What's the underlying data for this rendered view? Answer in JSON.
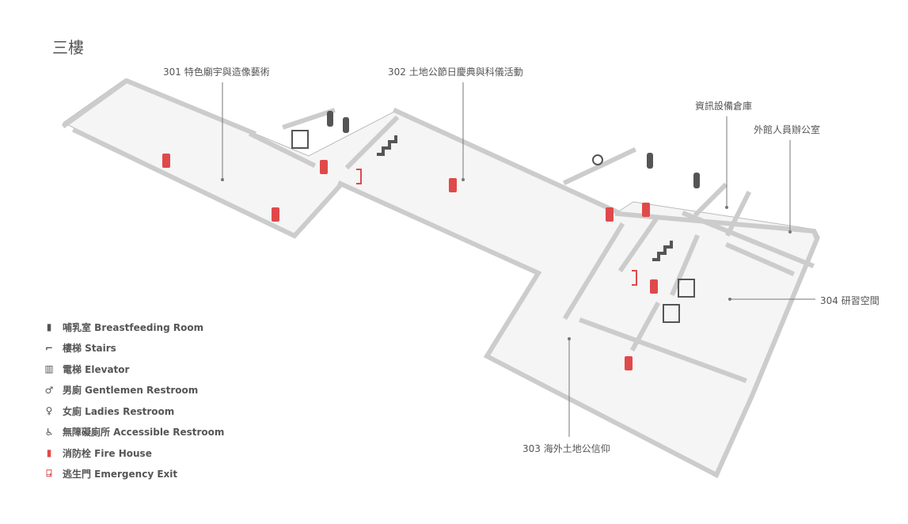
{
  "floor_title": "三樓",
  "rooms": [
    {
      "id": "301",
      "label": "301 特色廟宇與造像藝術"
    },
    {
      "id": "302",
      "label": "302 土地公節日慶典與科儀活動"
    },
    {
      "id": "storage",
      "label": "資訊設備倉庫"
    },
    {
      "id": "office",
      "label": "外館人員辦公室"
    },
    {
      "id": "304",
      "label": "304 研習空間"
    },
    {
      "id": "303",
      "label": "303 海外土地公信仰"
    }
  ],
  "legend": [
    {
      "icon": "breastfeeding-icon",
      "label": "哺乳室 Breastfeeding Room"
    },
    {
      "icon": "stairs-icon",
      "label": "樓梯 Stairs"
    },
    {
      "icon": "elevator-icon",
      "label": "電梯 Elevator"
    },
    {
      "icon": "gentlemen-restroom-icon",
      "label": "男廁 Gentlemen Restroom"
    },
    {
      "icon": "ladies-restroom-icon",
      "label": "女廁 Ladies Restroom"
    },
    {
      "icon": "accessible-restroom-icon",
      "label": "無障礙廁所  Accessible Restroom"
    },
    {
      "icon": "fire-house-icon",
      "label": "消防栓 Fire House"
    },
    {
      "icon": "emergency-exit-icon",
      "label": "逃生門 Emergency Exit"
    }
  ],
  "colors": {
    "fire": "#e0494b",
    "icon": "#555555",
    "wall": "#d8d8d8",
    "floor": "#f4f4f4"
  }
}
